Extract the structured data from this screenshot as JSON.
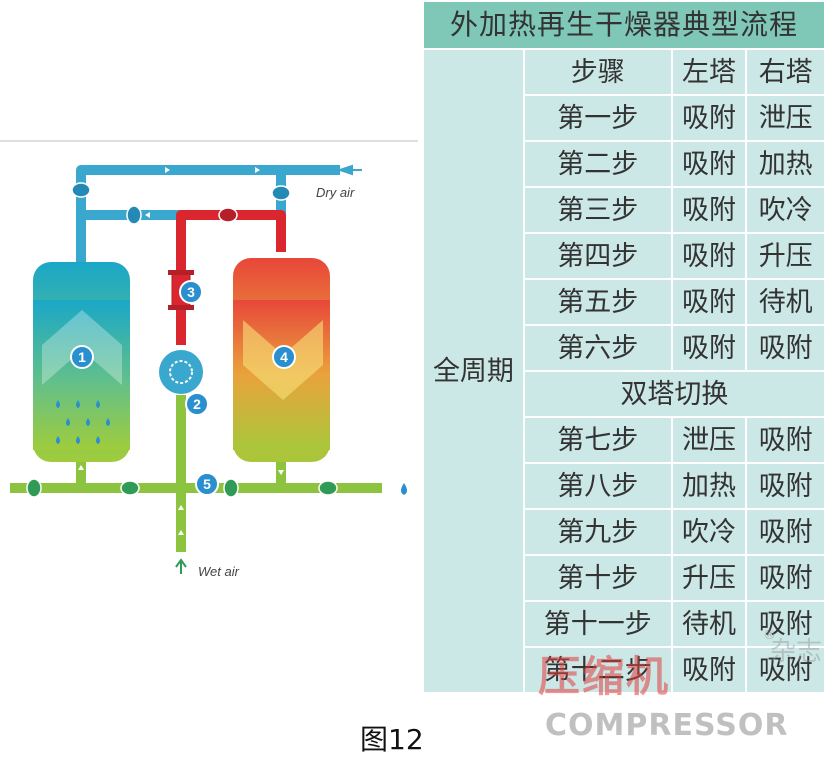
{
  "diagram": {
    "dry_air_label": "Dry air",
    "wet_air_label": "Wet air",
    "numbers": [
      "1",
      "2",
      "3",
      "4",
      "5"
    ]
  },
  "table": {
    "title": "外加热再生干燥器典型流程",
    "period_label": "全周期",
    "header": {
      "step": "步骤",
      "left": "左塔",
      "right": "右塔"
    },
    "rows_before": [
      {
        "step": "第一步",
        "left": "吸附",
        "right": "泄压"
      },
      {
        "step": "第二步",
        "left": "吸附",
        "right": "加热"
      },
      {
        "step": "第三步",
        "left": "吸附",
        "right": "吹冷"
      },
      {
        "step": "第四步",
        "left": "吸附",
        "right": "升压"
      },
      {
        "step": "第五步",
        "left": "吸附",
        "right": "待机"
      },
      {
        "step": "第六步",
        "left": "吸附",
        "right": "吸附"
      }
    ],
    "switch_label": "双塔切换",
    "rows_after": [
      {
        "step": "第七步",
        "left": "泄压",
        "right": "吸附"
      },
      {
        "step": "第八步",
        "left": "加热",
        "right": "吸附"
      },
      {
        "step": "第九步",
        "left": "吹冷",
        "right": "吸附"
      },
      {
        "step": "第十步",
        "left": "升压",
        "right": "吸附"
      },
      {
        "step": "第十一步",
        "left": "待机",
        "right": "吸附"
      },
      {
        "step": "第十二步",
        "left": "吸附",
        "right": "吸附"
      }
    ]
  },
  "watermark": {
    "cn": "压缩机",
    "cn2": "杂志",
    "en": "COMPRESSOR",
    "registered": "®"
  },
  "caption": "图12",
  "colors": {
    "pipe_blue": "#3aa7cf",
    "pipe_red": "#d9262f",
    "pipe_green": "#8cc43f",
    "valve_green": "#2f9b57",
    "header_teal": "#7fc7b7",
    "cell_teal": "#cbe8e6"
  }
}
